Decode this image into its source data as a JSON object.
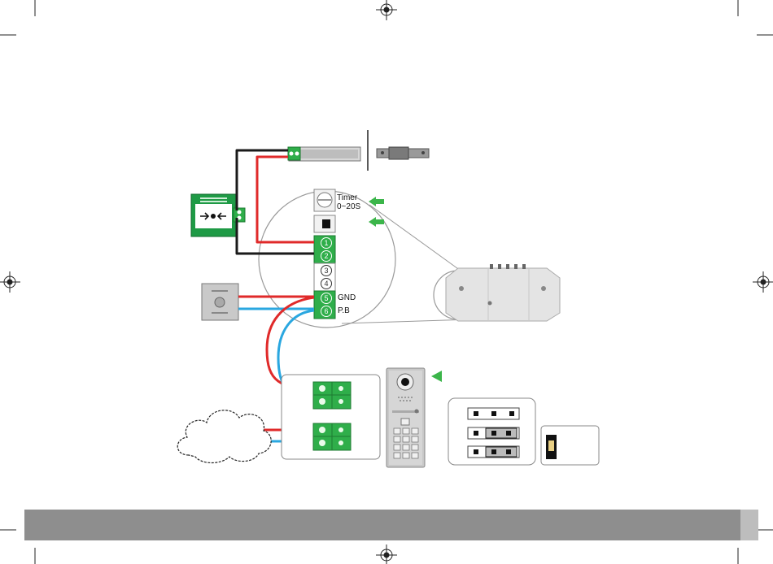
{
  "labels": {
    "timer": "Timer",
    "timer_range": "0~20S",
    "gnd": "GND",
    "pb": "P.B"
  },
  "terminals": [
    "1",
    "2",
    "3",
    "4",
    "5",
    "6"
  ],
  "colors": {
    "terminal_green": "#2fae4a",
    "wire_red": "#e02a2a",
    "wire_blue": "#2aa7e0",
    "wire_black": "#1a1a1a",
    "arrow_green": "#3bb54a",
    "footer_grey": "#8e8e8e"
  }
}
